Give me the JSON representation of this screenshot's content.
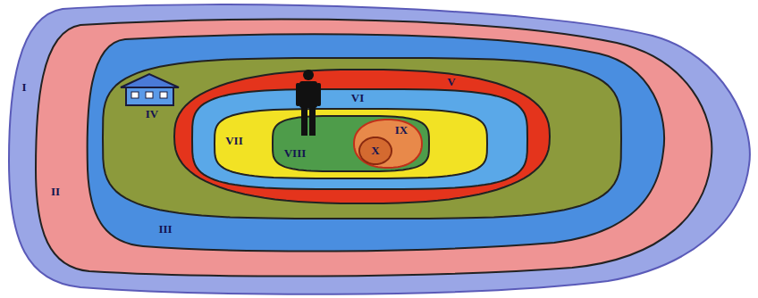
{
  "diagram": {
    "nodes": [
      {
        "text": [
          "I"
        ]
      },
      {
        "text": [
          "II"
        ],
        "in": 0
      },
      {
        "text": [
          "III"
        ],
        "in": 1
      },
      {
        "text": [
          "IV"
        ],
        "in": 2
      },
      {
        "text": [
          "V"
        ],
        "in": 3
      },
      {
        "text": [
          "VI"
        ],
        "in": 4
      },
      {
        "text": [
          "VII"
        ],
        "in": 5
      },
      {
        "text": [
          "VIII"
        ],
        "in": 6
      },
      {
        "text": [
          "IX"
        ],
        "in": 7
      },
      {
        "text": [
          "X"
        ],
        "in": 8
      }
    ]
  }
}
